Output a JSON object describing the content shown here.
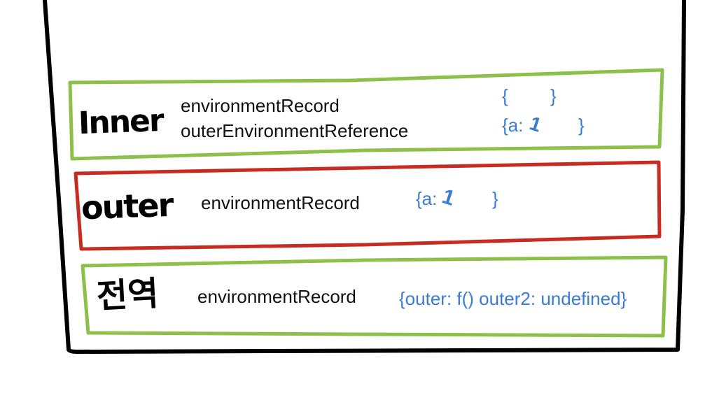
{
  "colors": {
    "outer_frame": "#000000",
    "green_box": "#8dc04b",
    "red_box": "#c72c22",
    "value_text": "#3b7bd4"
  },
  "inner": {
    "label": "Inner",
    "record_key": "environmentRecord",
    "outer_ref_key": "outerEnvironmentReference",
    "record_value_open": "{",
    "record_value_close": "}",
    "outer_ref_value_prefix": "{a:",
    "outer_ref_value_mark": "1",
    "outer_ref_value_close": "}"
  },
  "outer": {
    "label": "outer",
    "record_key": "environmentRecord",
    "record_value_prefix": "{a:",
    "record_value_mark": "1",
    "record_value_close": "}"
  },
  "global": {
    "label": "전역",
    "record_key": "environmentRecord",
    "record_value": "{outer: f() outer2: undefined}"
  }
}
